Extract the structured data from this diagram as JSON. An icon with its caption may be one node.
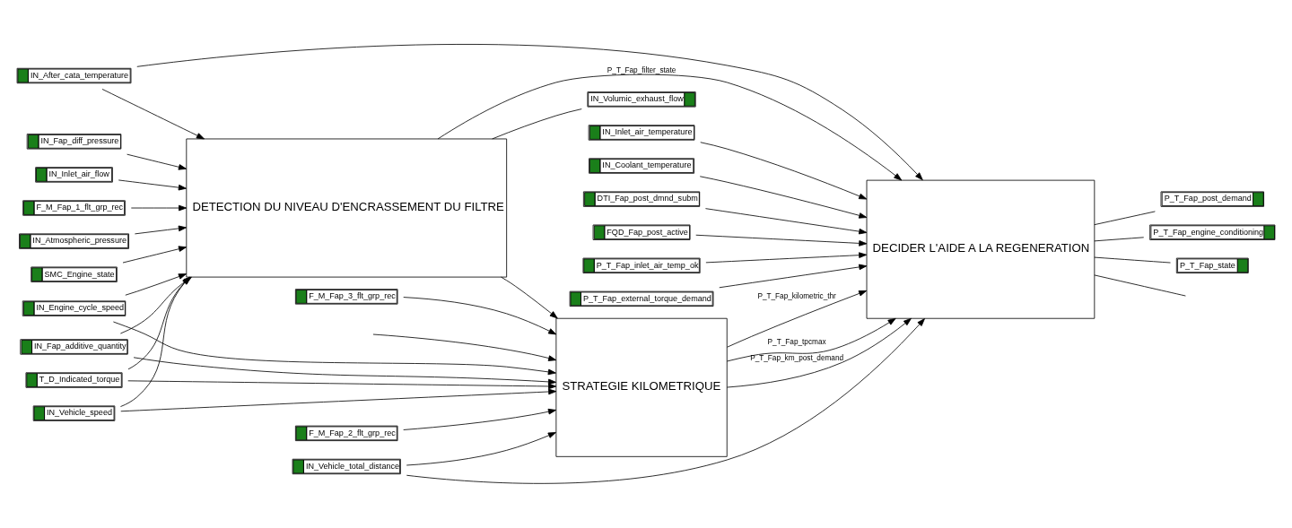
{
  "diagram": {
    "nodes": [
      {
        "text": [
          "DETECTION DU NIVEAU D'ENCRASSEMENT DU FILTRE"
        ]
      },
      {
        "text": [
          "STRATEGIE KILOMETRIQUE"
        ]
      },
      {
        "text": [
          "DECIDER L'AIDE A LA REGENERATION"
        ]
      },
      {
        "text": [
          "IN_After_cata_temperature"
        ]
      },
      {
        "text": [
          "IN_Fap_diff_pressure"
        ]
      },
      {
        "text": [
          "IN_Inlet_air_flow"
        ]
      },
      {
        "text": [
          "F_M_Fap_1_flt_grp_rec"
        ]
      },
      {
        "text": [
          "IN_Atmospheric_pressure"
        ]
      },
      {
        "text": [
          "SMC_Engine_state"
        ]
      },
      {
        "text": [
          "IN_Fap_additive_quantity"
        ]
      },
      {
        "text": [
          "T_D_Indicated_torque"
        ]
      },
      {
        "text": [
          "IN_Engine_cycle_speed"
        ]
      },
      {
        "text": [
          "IN_Vehicle_speed"
        ]
      },
      {
        "text": [
          "F_M_Fap_2_flt_grp_rec"
        ]
      },
      {
        "text": [
          "F_M_Fap_3_flt_grp_rec"
        ]
      },
      {
        "text": [
          "IN_Inlet_air_temperature"
        ]
      },
      {
        "text": [
          "IN_Coolant_temperature"
        ]
      },
      {
        "text": [
          "DTI_Fap_post_dmnd_subm"
        ]
      },
      {
        "text": [
          "FQD_Fap_post_active"
        ]
      },
      {
        "text": [
          "P_T_Fap_inlet_air_temp_ok"
        ]
      },
      {
        "text": [
          "P_T_Fap_external_torque_demand"
        ]
      },
      {
        "text": [
          "IN_Vehicle_total_distance"
        ]
      },
      {
        "text": [
          "IN_Volumic_exhaust_flow"
        ]
      },
      {
        "text": [
          "P_T_Fap_post_demand"
        ]
      },
      {
        "text": [
          "P_T_Fap_engine_conditioning"
        ]
      },
      {
        "text": [
          "P_T_Fap_state"
        ]
      }
    ],
    "edges": [
      {
        "from": 3,
        "to": 0,
        "arrow": "to"
      },
      {
        "from": 3,
        "to": 2,
        "arrow": "to"
      },
      {
        "from": 4,
        "to": 0,
        "arrow": "to"
      },
      {
        "from": 5,
        "to": 0,
        "arrow": "to"
      },
      {
        "from": 6,
        "to": 0,
        "arrow": "to"
      },
      {
        "from": 7,
        "to": 0,
        "arrow": "to"
      },
      {
        "from": 8,
        "to": 0,
        "arrow": "to"
      },
      {
        "from": 9,
        "to": 0,
        "arrow": "to"
      },
      {
        "from": 10,
        "to": 0,
        "arrow": "to"
      },
      {
        "from": 11,
        "to": 0,
        "arrow": "to"
      },
      {
        "from": 12,
        "to": 0,
        "arrow": "to"
      },
      {
        "from": 0,
        "to": 22,
        "arrow": "none"
      },
      {
        "from": 15,
        "to": 2,
        "arrow": "to"
      },
      {
        "from": 16,
        "to": 2,
        "arrow": "to"
      },
      {
        "from": 17,
        "to": 2,
        "arrow": "to"
      },
      {
        "from": 18,
        "to": 2,
        "arrow": "to"
      },
      {
        "from": 19,
        "to": 2,
        "arrow": "to"
      },
      {
        "from": 20,
        "to": 2,
        "arrow": "to"
      },
      {
        "from": 0,
        "to": 2,
        "arrow": "to",
        "label": "P_T_Fap_filter_state"
      },
      {
        "from": 21,
        "to": 2,
        "arrow": "to"
      },
      {
        "from": 21,
        "to": 1,
        "arrow": "to"
      },
      {
        "from": 0,
        "to": 1,
        "arrow": "to"
      },
      {
        "from": 9,
        "to": 1,
        "arrow": "to"
      },
      {
        "from": 10,
        "to": 1,
        "arrow": "to"
      },
      {
        "from": 11,
        "to": 1,
        "arrow": "to"
      },
      {
        "from": 12,
        "to": 1,
        "arrow": "to"
      },
      {
        "from": 13,
        "to": 1,
        "arrow": "to"
      },
      {
        "from": 14,
        "to": 1,
        "arrow": "to"
      },
      {
        "from": null,
        "to": 1,
        "arrow": "to"
      },
      {
        "from": 1,
        "to": 2,
        "arrow": "to",
        "label": "P_T_Fap_km_post_demand"
      },
      {
        "from": 1,
        "to": 2,
        "arrow": "to",
        "label": "P_T_Fap_kilometric_thr"
      },
      {
        "from": 1,
        "to": 2,
        "arrow": "to",
        "label": "P_T_Fap_tpcmax"
      },
      {
        "from": 2,
        "to": 23,
        "arrow": "none"
      },
      {
        "from": 2,
        "to": 24,
        "arrow": "none"
      },
      {
        "from": 2,
        "to": 25,
        "arrow": "none"
      },
      {
        "from": 2,
        "to": null,
        "arrow": "none"
      }
    ]
  }
}
